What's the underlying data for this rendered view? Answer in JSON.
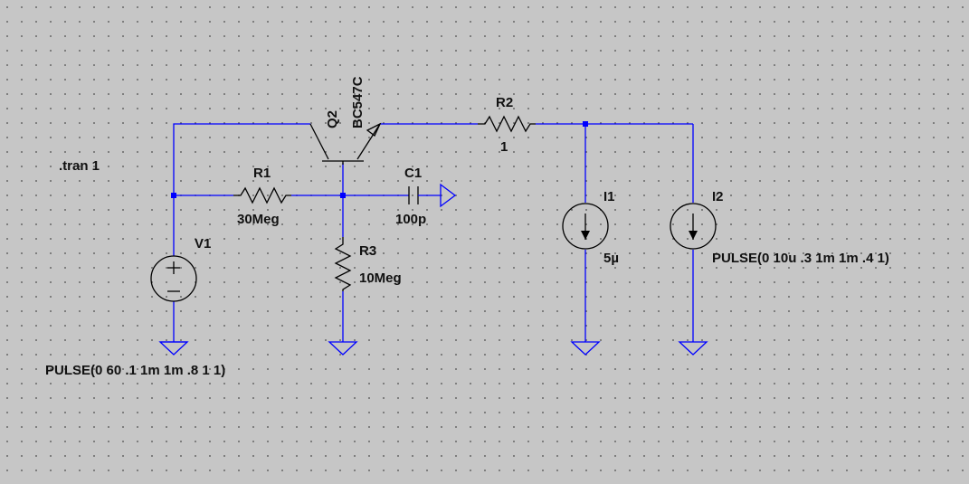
{
  "directive": ".tran 1",
  "components": {
    "q2": {
      "ref": "Q2",
      "model": "BC547C"
    },
    "r1": {
      "ref": "R1",
      "value": "30Meg"
    },
    "r2": {
      "ref": "R2",
      "value": "1"
    },
    "r3": {
      "ref": "R3",
      "value": "10Meg"
    },
    "c1": {
      "ref": "C1",
      "value": "100p"
    },
    "v1": {
      "ref": "V1",
      "value": "PULSE(0 60 .1 1m 1m .8 1 1)"
    },
    "i1": {
      "ref": "I1",
      "value": "5µ"
    },
    "i2": {
      "ref": "I2",
      "value": "PULSE(0 10u .3 1m 1m .4 1)"
    }
  },
  "colors": {
    "wire": "#0000ff",
    "symbol": "#000000",
    "background": "#c6c6c6",
    "grid_dot": "#6a6a6a"
  }
}
